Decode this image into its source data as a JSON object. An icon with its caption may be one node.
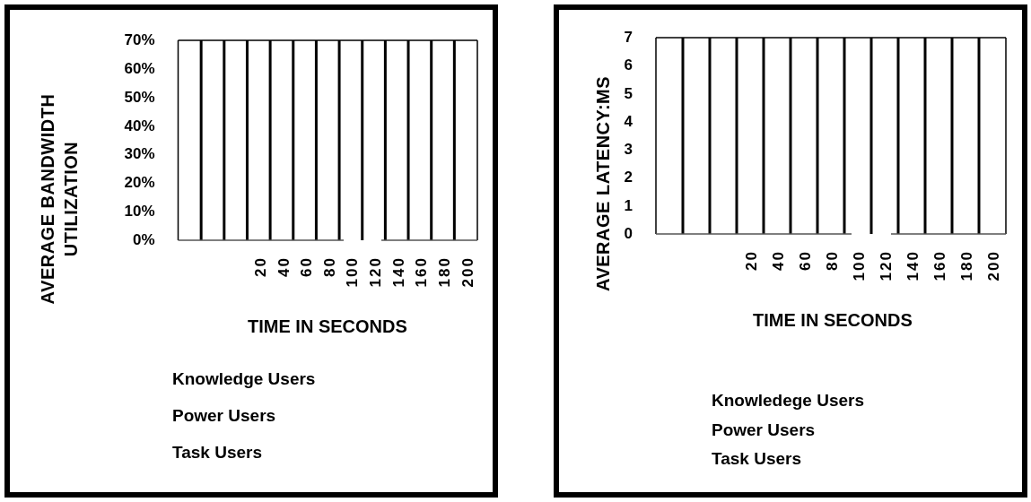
{
  "diagram": {
    "labels": [
      "70%",
      "60%",
      "50%",
      "40%",
      "30%",
      "20%",
      "10%",
      "0%",
      "AVERAGE BANDWIDTH UTILIZATION",
      "20",
      "40",
      "60",
      "80",
      "100",
      "120",
      "140",
      "160",
      "180",
      "200",
      "TIME IN SECONDS",
      "7",
      "6",
      "5",
      "4",
      "3",
      "2",
      "1",
      "0",
      "AVERAGE LATENCY:MS",
      "20",
      "40",
      "60",
      "80",
      "100",
      "120",
      "140",
      "160",
      "180",
      "200",
      "TIME IN SECONDS"
    ],
    "legend": [
      {
        "text": "Knowledge Users"
      },
      {
        "text": "Power Users"
      },
      {
        "text": "Task Users"
      },
      {
        "text": "Knowledege Users"
      },
      {
        "text": "Power Users"
      },
      {
        "text": "Task Users"
      }
    ]
  }
}
